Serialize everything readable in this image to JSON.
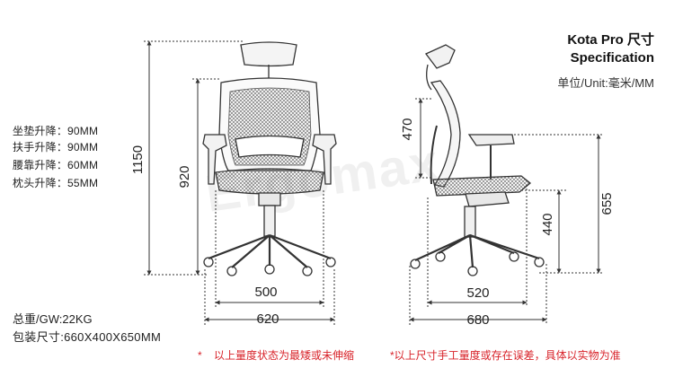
{
  "header": {
    "title": "Kota Pro 尺寸",
    "subtitle": "Specification",
    "unit": "单位/Unit:毫米/MM"
  },
  "specs": [
    {
      "label": "坐垫升降",
      "value": "：90MM"
    },
    {
      "label": "扶手升降",
      "value": "：90MM"
    },
    {
      "label": "腰靠升降",
      "value": "：60MM"
    },
    {
      "label": "枕头升降",
      "value": "：55MM"
    }
  ],
  "weight": "总重/GW:22KG",
  "package": "包装尺寸:660X400X650MM",
  "notes": {
    "left_star": "*",
    "left": "以上量度状态为最矮或未伸缩",
    "right_star": "*",
    "right": "以上尺寸手工量度或存在误差，具体以实物为准"
  },
  "watermark": "Ergomax",
  "dimensions": {
    "front_height": "1150",
    "front_back": "920",
    "front_seat_width": "500",
    "front_base_width": "620",
    "side_back": "470",
    "side_seat": "440",
    "side_arm": "655",
    "side_seat_depth": "520",
    "side_base_depth": "680"
  },
  "colors": {
    "line": "#333333",
    "mesh": "#555555",
    "note": "#d8232a"
  }
}
